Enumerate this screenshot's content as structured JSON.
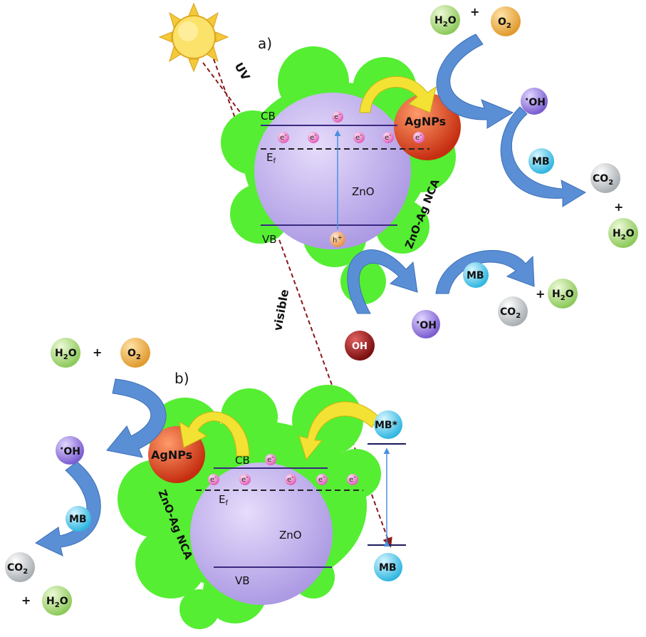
{
  "panels": {
    "a": "a)",
    "b": "b)"
  },
  "light": {
    "uv": "UV",
    "visible": "visible"
  },
  "bands": {
    "cb": "CB",
    "vb": "VB",
    "ef": "E",
    "ef_sub": "f"
  },
  "particles": {
    "zno": "ZnO",
    "agnps": "AgNPs",
    "nca": "ZnO-Ag NCA"
  },
  "carriers": {
    "e": "e",
    "e_sup": "-",
    "h": "h",
    "h_sup": "+"
  },
  "species": {
    "h2o_main": "H",
    "h2o_sub": "2",
    "h2o_tail": "O",
    "o2_main": "O",
    "o2_sub": "2",
    "co2_main": "CO",
    "co2_sub": "2",
    "oh_dot": "·",
    "oh": "OH",
    "mb": "MB",
    "mb_star": "MB*",
    "plus": "+"
  },
  "colors": {
    "cloud": "#55ee33",
    "zno": "#c4b2ef",
    "ag": "#e84a1f",
    "arrow_blue": "#5a8fd6",
    "arrow_yellow": "#f3e234",
    "h2o": "#a9dc78",
    "o2": "#f2b454",
    "oh_radical": "#9a7fe0",
    "mb": "#5fd0ee",
    "co2": "#cfd4d6",
    "oh_ion": "#a82020",
    "electron": "#f08ad0",
    "hole": "#f3b27a"
  }
}
